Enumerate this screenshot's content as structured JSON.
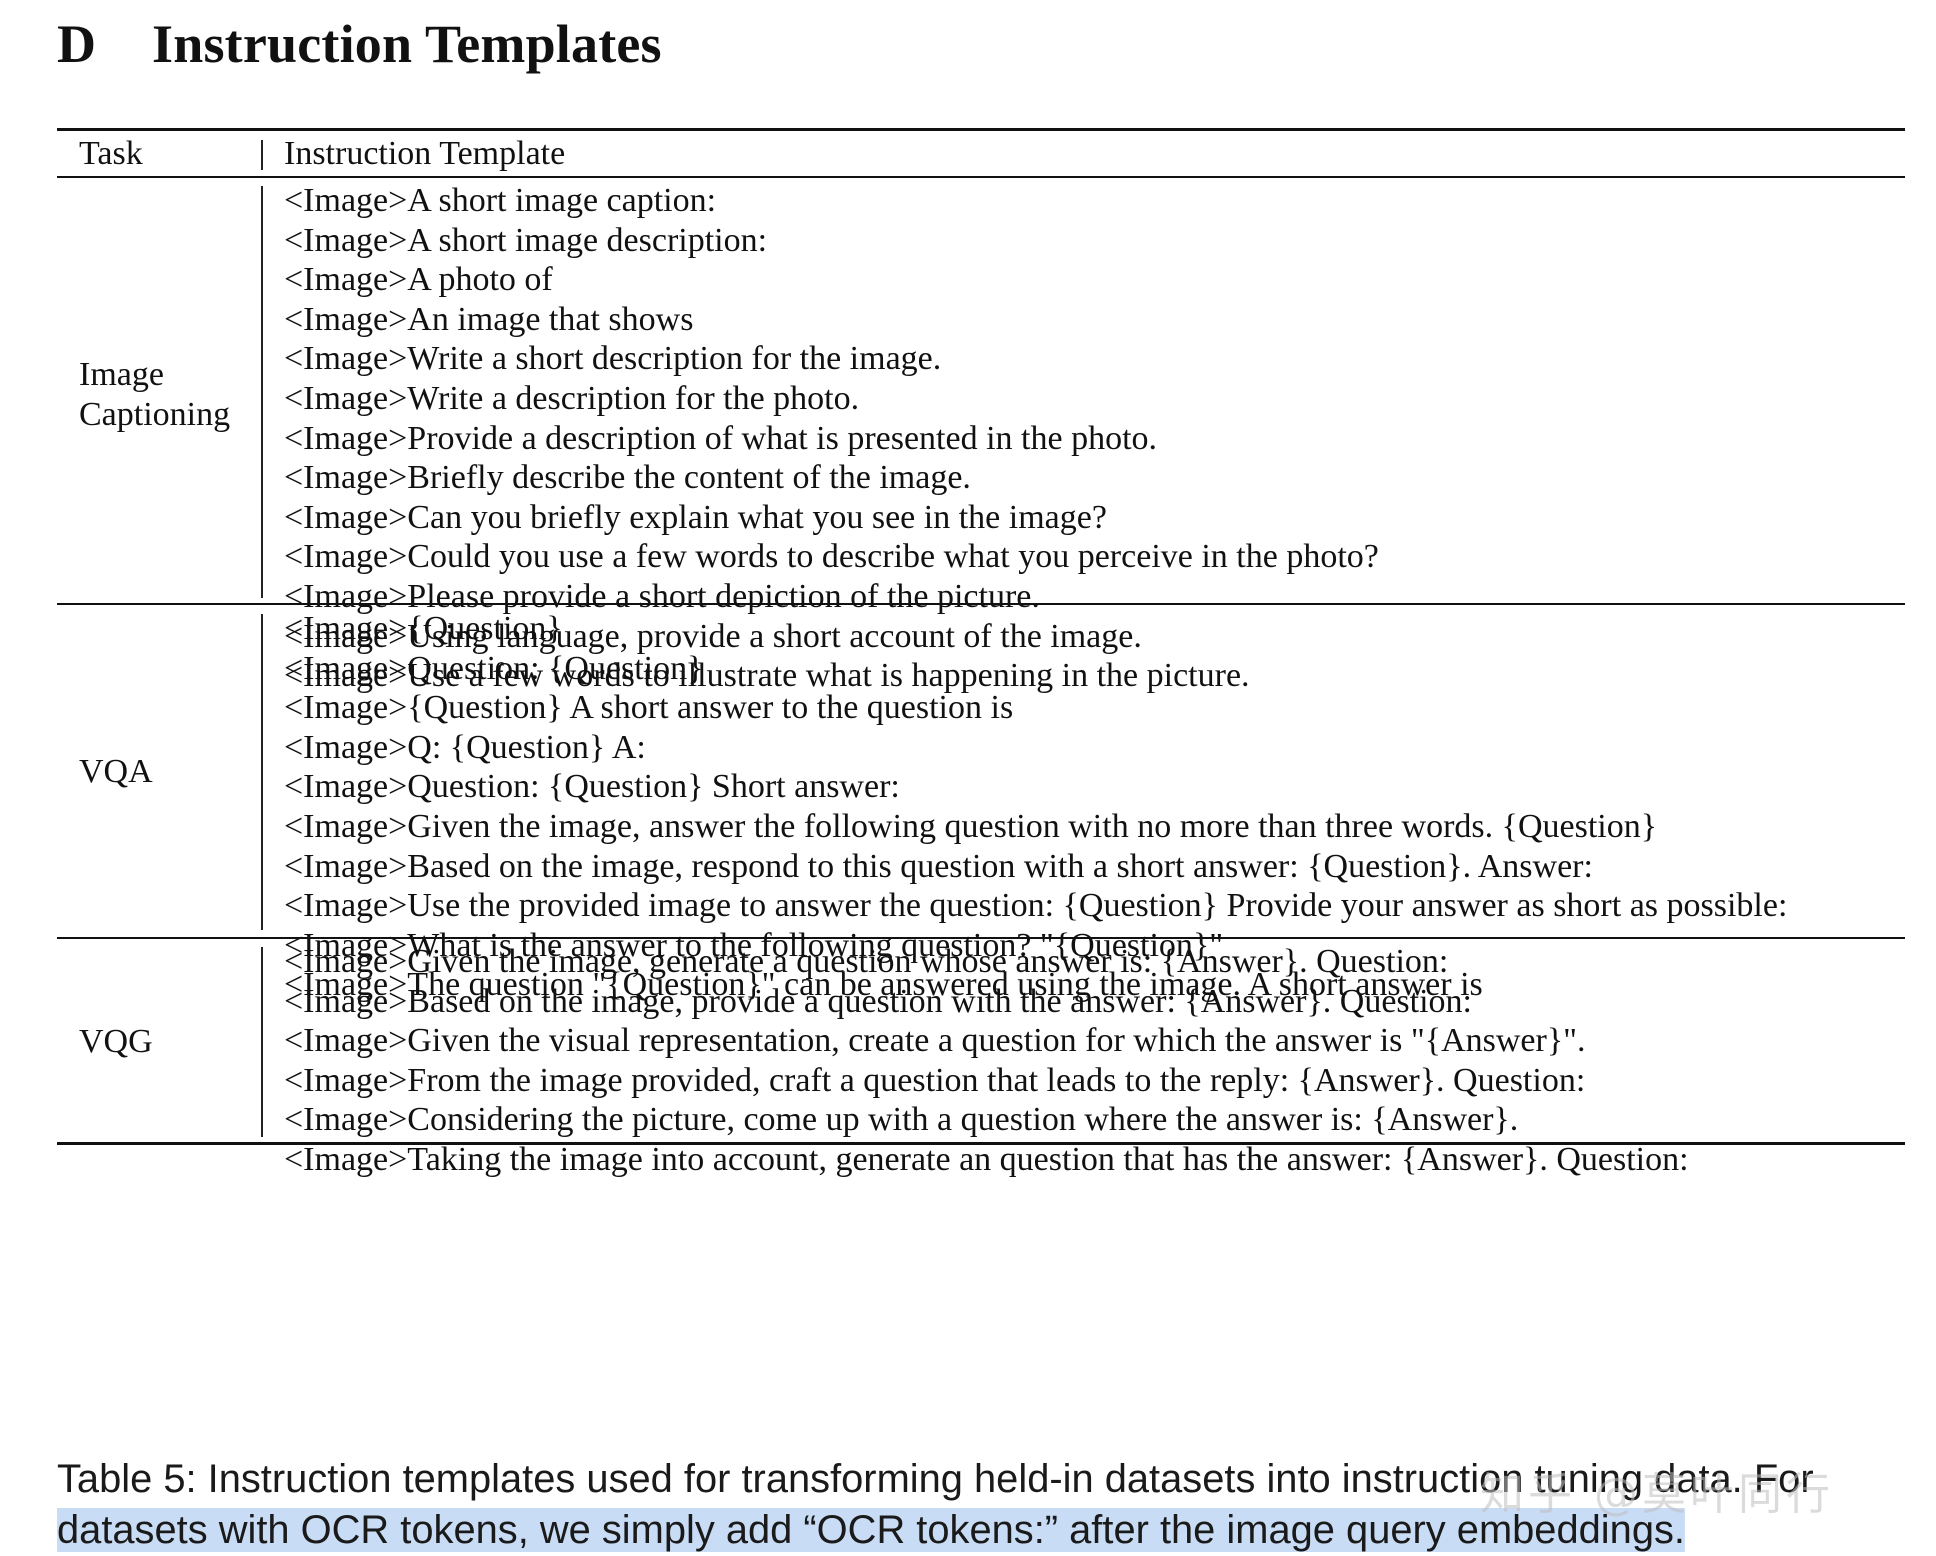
{
  "section": {
    "number": "D",
    "title": "Instruction Templates"
  },
  "table": {
    "headers": {
      "task": "Task",
      "template": "Instruction Template"
    },
    "groups": [
      {
        "task_lines": [
          "Image",
          "Captioning"
        ],
        "templates": [
          "<Image>A short image caption:",
          "<Image>A short image description:",
          "<Image>A photo of",
          "<Image>An image that shows",
          "<Image>Write a short description for the image.",
          "<Image>Write a description for the photo.",
          "<Image>Provide a description of what is presented in the photo.",
          "<Image>Briefly describe the content of the image.",
          "<Image>Can you briefly explain what you see in the image?",
          "<Image>Could you use a few words to describe what you perceive in the photo?",
          "<Image>Please provide a short depiction of the picture.",
          "<Image>Using language, provide a short account of the image.",
          "<Image>Use a few words to illustrate what is happening in the picture."
        ]
      },
      {
        "task_lines": [
          "VQA"
        ],
        "templates": [
          "<Image>{Question}",
          "<Image>Question: {Question}",
          "<Image>{Question} A short answer to the question is",
          "<Image>Q: {Question} A:",
          "<Image>Question: {Question} Short answer:",
          "<Image>Given the image, answer the following question with no more than three words. {Question}",
          "<Image>Based on the image, respond to this question with a short answer: {Question}. Answer:",
          "<Image>Use the provided image to answer the question: {Question} Provide your answer as short as possible:",
          "<Image>What is the answer to the following question? \"{Question}\"",
          "<Image>The question \"{Question}\" can be answered using the image. A short answer is"
        ]
      },
      {
        "task_lines": [
          "VQG"
        ],
        "templates": [
          "<Image>Given the image, generate a question whose answer is: {Answer}. Question:",
          "<Image>Based on the image, provide a question with the answer: {Answer}. Question:",
          "<Image>Given the visual representation, create a question for which the answer is \"{Answer}\".",
          "<Image>From the image provided, craft a question that leads to the reply: {Answer}. Question:",
          "<Image>Considering the picture, come up with a question where the answer is: {Answer}.",
          "<Image>Taking the image into account, generate an question that has the answer: {Answer}. Question:"
        ]
      }
    ]
  },
  "caption": {
    "line1": "Table 5: Instruction templates used for transforming held-in datasets into instruction tuning data. For",
    "line2": "datasets with OCR tokens, we simply add “OCR tokens:” after the image query embeddings.",
    "highlight_color": "#c9dcf5"
  },
  "watermark": "知乎 @莫叶同行"
}
